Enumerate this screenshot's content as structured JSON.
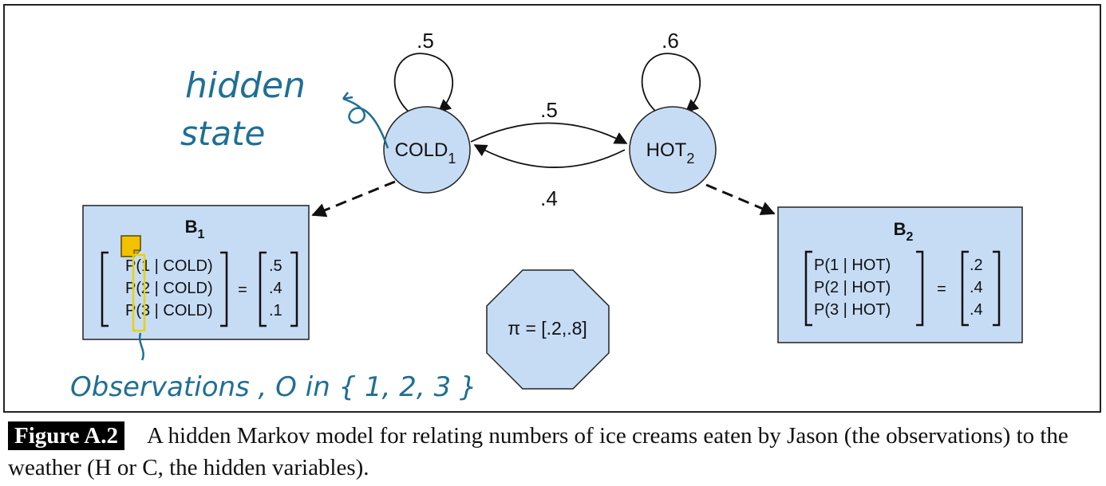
{
  "states": [
    {
      "name": "COLD",
      "sub": "1"
    },
    {
      "name": "HOT",
      "sub": "2"
    }
  ],
  "transitions": {
    "cold_to_cold": ".5",
    "hot_to_hot": ".6",
    "cold_to_hot": ".5",
    "hot_to_cold": ".4"
  },
  "emissions": [
    {
      "title": "B",
      "sub": "1",
      "rows": [
        "P(1 | COLD)",
        "P(2 | COLD)",
        "P(3 | COLD)"
      ],
      "values": [
        ".5",
        ".4",
        ".1"
      ]
    },
    {
      "title": "B",
      "sub": "2",
      "rows": [
        "P(1 | HOT)",
        "P(2 | HOT)",
        "P(3 | HOT)"
      ],
      "values": [
        ".2",
        ".4",
        ".4"
      ]
    }
  ],
  "equals": "=",
  "initial": "π = [.2,.8]",
  "annotations": {
    "hidden_line1": "hidden",
    "hidden_line2": "state",
    "observations": "Observations , O in { 1, 2, 3 }"
  },
  "caption": {
    "label": "Figure A.2",
    "text": "A hidden Markov model for relating numbers of ice creams eaten by Jason (the observations) to the weather (H or C, the hidden variables)."
  },
  "colors": {
    "node_fill": "#c6dcf5",
    "box_fill": "#c6dcf5",
    "annotation_ink": "#1f6f95",
    "sticky_note": "#f2c200"
  }
}
